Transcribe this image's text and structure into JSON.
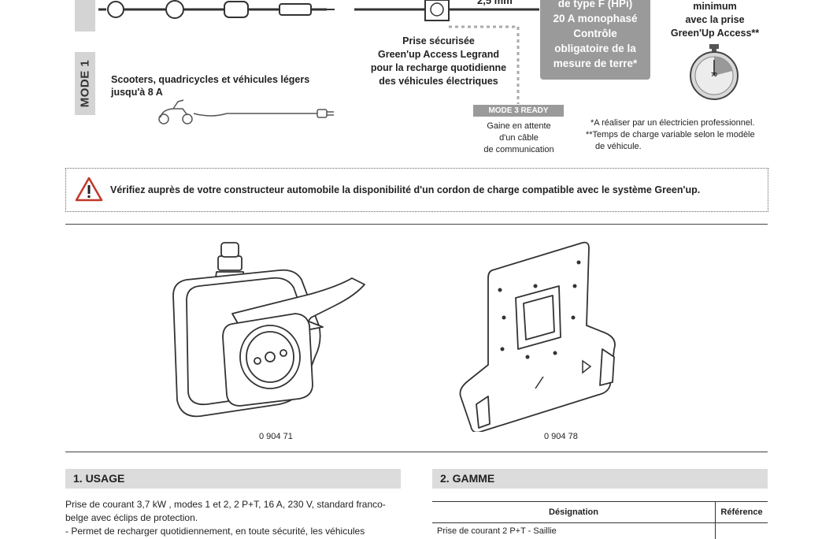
{
  "top": {
    "cable_section": "2,5 mm",
    "socket_caption": [
      "Prise sécurisée",
      "Green'up Access Legrand",
      "pour la recharge quotidienne",
      "des véhicules électriques"
    ],
    "mode3_badge": "MODE 3 READY",
    "mode3_caption": [
      "Gaine en attente",
      "d'un câble",
      "de communication"
    ],
    "grey_box": [
      "de type F (HPi)",
      "20 A monophasé",
      "Contrôle",
      "obligatoire de la",
      "mesure de terre*"
    ],
    "timer_text": [
      "minimum",
      "avec la prise",
      "Green'Up Access**"
    ],
    "timer_value": "70",
    "footnote1": "*A réaliser par un électricien professionnel.",
    "footnote2": [
      "**Temps de charge variable selon le modèle",
      "de véhicule."
    ]
  },
  "mode1": {
    "label": "MODE 1",
    "text": [
      "Scooters, quadricycles et véhicules légers",
      "jusqu'à 8 A"
    ]
  },
  "warning": {
    "text": "Vérifiez auprès de votre constructeur automobile la disponibilité d'un cordon de charge compatible avec le système Green'up."
  },
  "products": [
    {
      "ref": "0 904 71"
    },
    {
      "ref": "0 904 78"
    }
  ],
  "usage": {
    "title": "1. USAGE",
    "lines": [
      "Prise de courant 3,7 kW , modes 1 et 2, 2 P+T, 16 A, 230 V, standard franco-",
      "belge avec éclips de protection.",
      "- Permet de recharger quotidiennement, en toute sécurité, les véhicules"
    ]
  },
  "gamme": {
    "title": "2. GAMME",
    "col_designation": "Désignation",
    "col_reference": "Référence",
    "row1": "Prise de courant 2 P+T - Saillie"
  }
}
